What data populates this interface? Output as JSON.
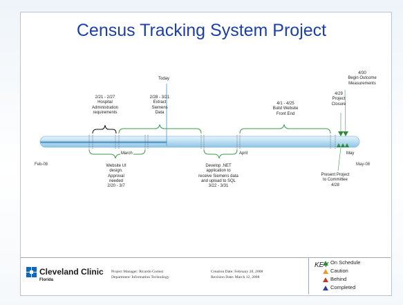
{
  "title": "Census Tracking System Project",
  "timeline": {
    "start_label": "Feb-08",
    "end_label": "May-08",
    "months": [
      "March",
      "April",
      "May"
    ],
    "today_label": "Today"
  },
  "items_above": {
    "hospital": "2/21 - 2/27\nHospital\nAdministration\nrequirements",
    "extract": "2/28 - 3/21\nExtract\nSiemens\nData",
    "website": "4/1 - 4/25\nBuild Website\nFront End",
    "closure": "4/29\nProject\nClosure",
    "outcome": "4/30\nBegin Outcome\nMeasurements"
  },
  "items_below": {
    "ui": "Website UI\ndesign.\nApproval\nneeded\n2/20 - 3/7",
    "net": "Develop .NET\napplication to\nreceive Siemens data\nand upload to SQL\n3/22 - 3/31",
    "present": "Present Project\nto Committee\n4/28"
  },
  "footer": {
    "logo_name": "Cleveland Clinic",
    "logo_sub": "Florida",
    "manager": "Project Manager:  Ricardo Gomez",
    "department": "Department:  Information Technology",
    "creation": "Creation Date:  February 20, 2008",
    "revision": "Revision Date:  March 12, 2008"
  },
  "key": {
    "title": "KEY",
    "items": [
      {
        "label": "On Schedule",
        "color": "#2e8b3a"
      },
      {
        "label": "Caution",
        "color": "#e89a2a"
      },
      {
        "label": "Behind",
        "color": "#c0392b"
      },
      {
        "label": "Completed",
        "color": "#2b3fa0"
      }
    ]
  },
  "colors": {
    "title": "#1c3fa8",
    "brace": "#3a9a4a",
    "bar": "#a9d2ea",
    "milestone": "#2e8b3a",
    "logo": "#1565b8"
  }
}
